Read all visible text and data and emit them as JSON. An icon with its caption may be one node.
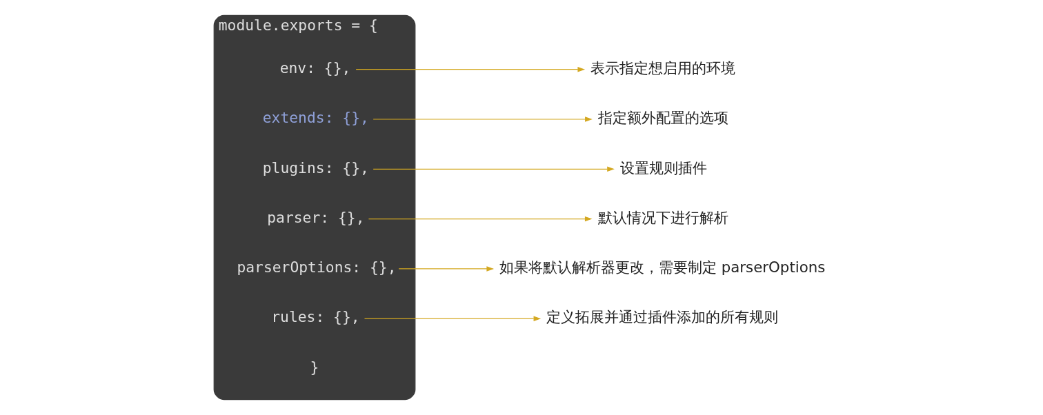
{
  "diagram": {
    "nodes": [
      {
        "text": [
          "module.exports = {"
        ]
      },
      {
        "text": [
          "env: {},"
        ],
        "in": 0
      },
      {
        "text": [
          "extends: {},"
        ],
        "in": 0
      },
      {
        "text": [
          "plugins: {},"
        ],
        "in": 0
      },
      {
        "text": [
          "parser: {},"
        ],
        "in": 0
      },
      {
        "text": [
          "parserOptions: {},"
        ],
        "in": 0
      },
      {
        "text": [
          "rules: {},"
        ],
        "in": 0
      },
      {
        "text": [
          "表示指定想启用的环境"
        ]
      },
      {
        "text": [
          "指定额外配置的选项"
        ]
      },
      {
        "text": [
          "设置规则插件"
        ]
      },
      {
        "text": [
          "默认情况下进行解析"
        ]
      },
      {
        "text": [
          "如果将默认解析器更改，需要制定 parserOptions"
        ]
      },
      {
        "text": [
          "定义拓展并通过插件添加的所有规则"
        ]
      }
    ],
    "edges": [
      {
        "from": 1,
        "to": 7,
        "arrow": "to"
      },
      {
        "from": 2,
        "to": 8,
        "arrow": "to"
      },
      {
        "from": 3,
        "to": 9,
        "arrow": "to"
      },
      {
        "from": 4,
        "to": 10,
        "arrow": "to"
      },
      {
        "from": 5,
        "to": 11,
        "arrow": "to"
      },
      {
        "from": 6,
        "to": 12,
        "arrow": "to"
      }
    ],
    "labels": [
      "}"
    ]
  }
}
